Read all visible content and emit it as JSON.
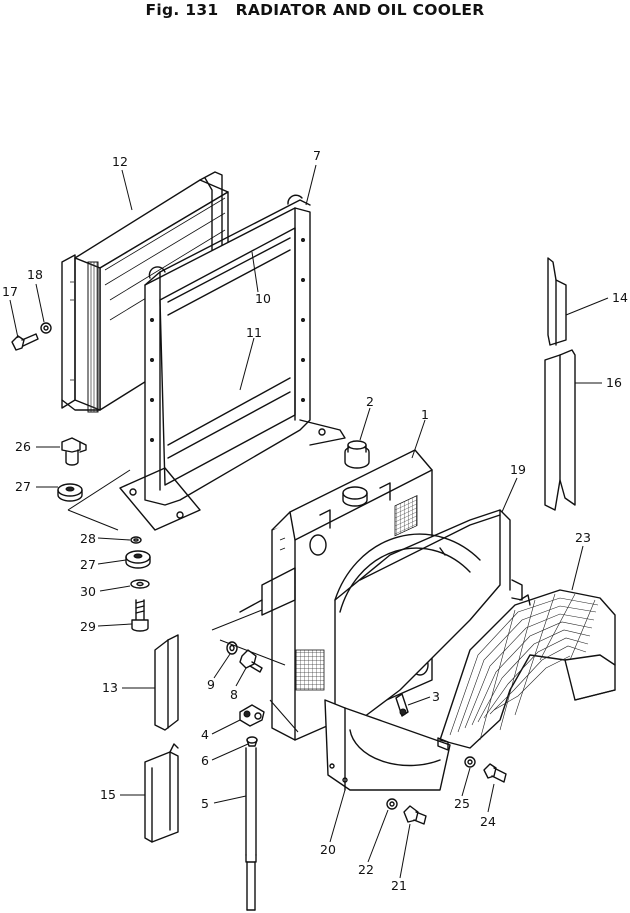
{
  "figure": {
    "title": "Fig. 131   RADIATOR AND OIL COOLER"
  },
  "callouts": [
    "1",
    "2",
    "3",
    "4",
    "5",
    "6",
    "7",
    "8",
    "9",
    "10",
    "11",
    "12",
    "13",
    "14",
    "15",
    "16",
    "17",
    "18",
    "19",
    "20",
    "21",
    "22",
    "23",
    "24",
    "25",
    "26",
    "27",
    "27",
    "28",
    "29",
    "30"
  ]
}
